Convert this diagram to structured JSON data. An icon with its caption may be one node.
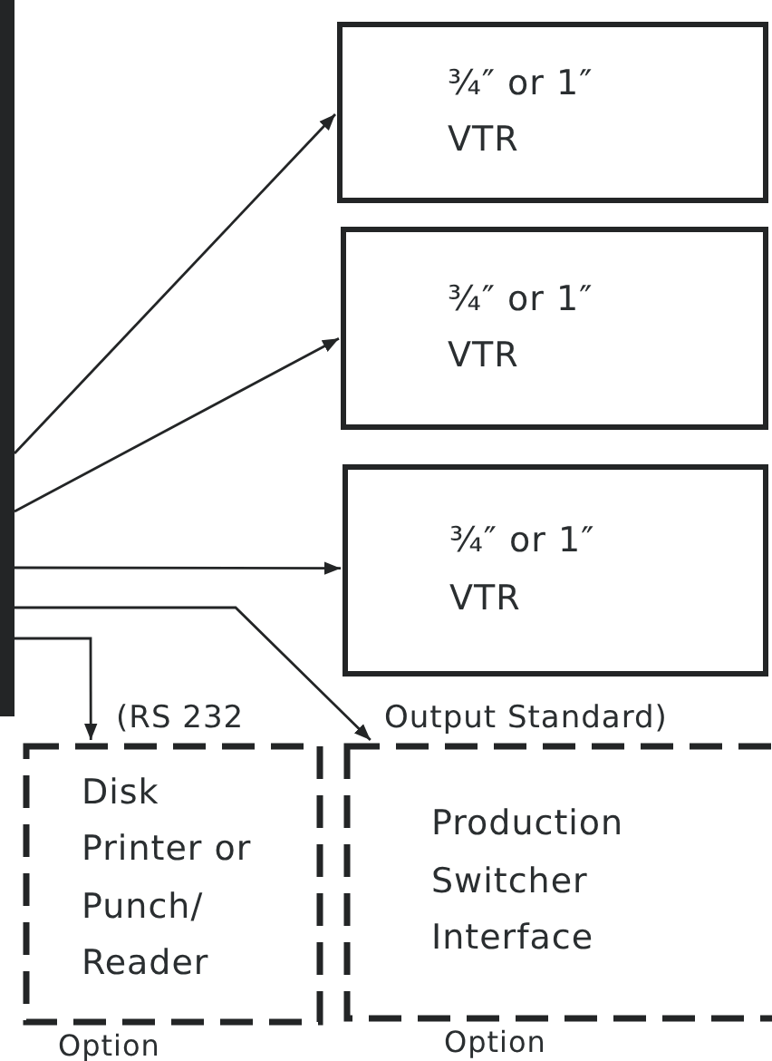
{
  "diagram": {
    "nodes": [
      {
        "text": [],
        "shape": "box"
      },
      {
        "text": [
          "¾″ or 1″ VTR"
        ]
      },
      {
        "text": [
          "¾″ or 1″ VTR"
        ]
      },
      {
        "text": [
          "¾″ or 1″ VTR"
        ]
      },
      {
        "text": [
          "Disk Printer or Punch/ Reader"
        ],
        "beside": [
          "Option"
        ]
      },
      {
        "text": [
          "Production Switcher Interface"
        ],
        "beside": [
          "Option"
        ]
      }
    ],
    "edges": [
      {
        "from": 0,
        "to": 1,
        "arrow": "to"
      },
      {
        "from": 0,
        "to": 2,
        "arrow": "to"
      },
      {
        "from": 0,
        "to": 3,
        "arrow": "to"
      },
      {
        "from": 0,
        "to": 5,
        "arrow": "to"
      },
      {
        "from": 0,
        "to": 4,
        "arrow": "to"
      }
    ],
    "labels": [
      "(RS 232",
      "Output Standard)"
    ]
  }
}
